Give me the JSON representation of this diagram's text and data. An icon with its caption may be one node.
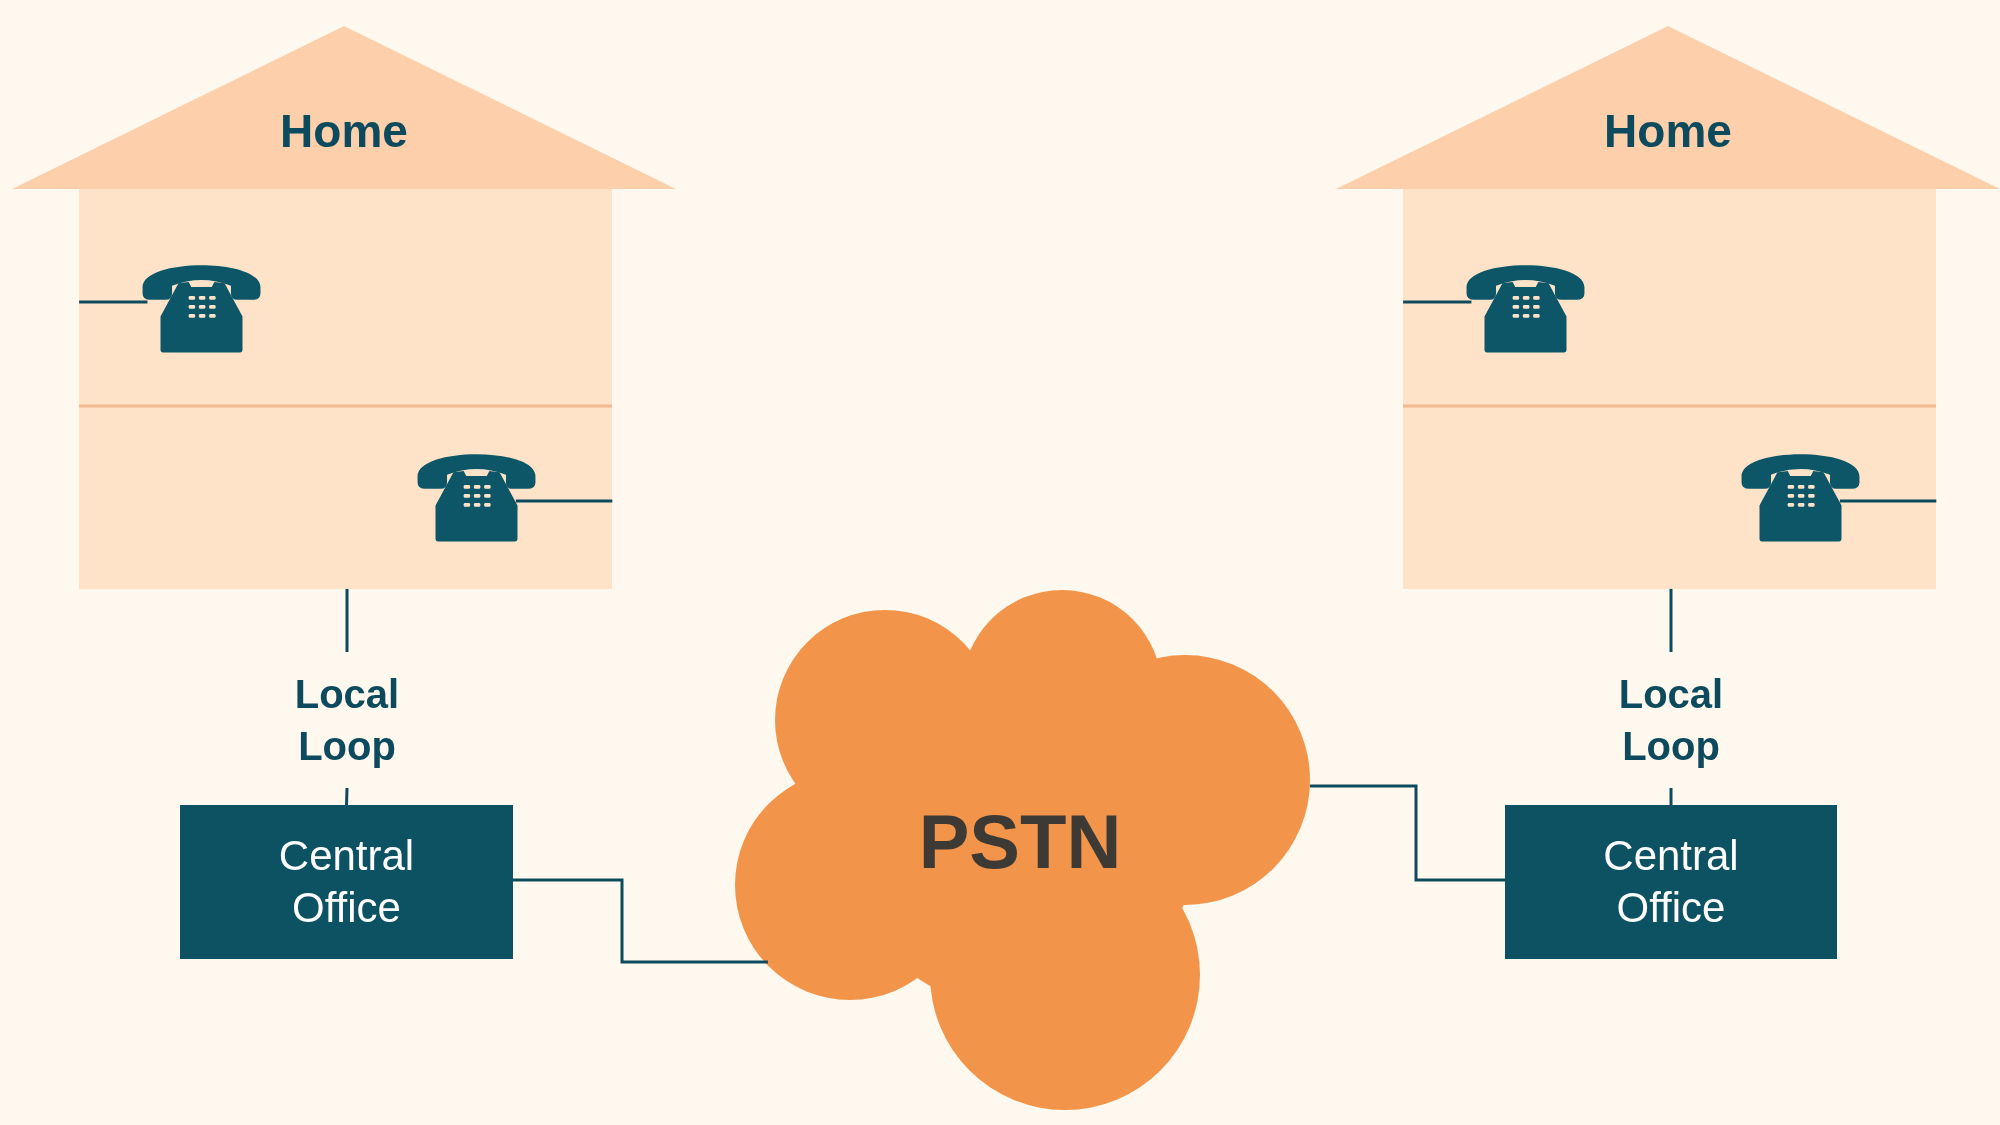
{
  "diagram": {
    "nodes": [
      {
        "text": [
          "Home"
        ]
      },
      {
        "text": [],
        "shape": "phone",
        "in": 0
      },
      {
        "text": [],
        "shape": "phone",
        "in": 0
      },
      {
        "text": [
          "Local Loop"
        ]
      },
      {
        "text": [
          "Central Office"
        ]
      },
      {
        "text": [
          "PSTN"
        ]
      },
      {
        "text": [
          "Home"
        ]
      },
      {
        "text": [],
        "shape": "phone",
        "in": 6
      },
      {
        "text": [],
        "shape": "phone",
        "in": 6
      },
      {
        "text": [
          "Local Loop"
        ]
      },
      {
        "text": [
          "Central Office"
        ]
      }
    ],
    "edges": [
      {
        "from": 1,
        "to": 0,
        "arrow": "none"
      },
      {
        "from": 2,
        "to": 0,
        "arrow": "none"
      },
      {
        "from": 0,
        "to": 3,
        "arrow": "none"
      },
      {
        "from": 3,
        "to": 4,
        "arrow": "none"
      },
      {
        "from": 4,
        "to": 5,
        "arrow": "none"
      },
      {
        "from": 7,
        "to": 6,
        "arrow": "none"
      },
      {
        "from": 8,
        "to": 6,
        "arrow": "none"
      },
      {
        "from": 6,
        "to": 9,
        "arrow": "none"
      },
      {
        "from": 9,
        "to": 10,
        "arrow": "none"
      },
      {
        "from": 5,
        "to": 10,
        "arrow": "none"
      }
    ]
  }
}
